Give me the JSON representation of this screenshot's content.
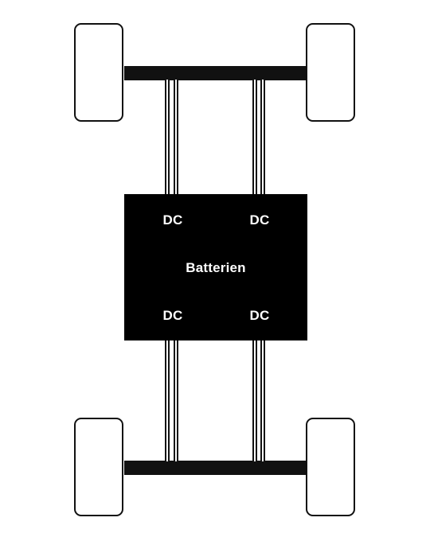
{
  "diagram": {
    "battery_label": "Batterien",
    "converters": [
      {
        "label": "DC"
      },
      {
        "label": "DC"
      },
      {
        "label": "DC"
      },
      {
        "label": "DC"
      }
    ],
    "colors": {
      "background": "#ffffff",
      "stroke": "#111111",
      "battery_fill": "#000000",
      "label_text": "#ffffff"
    }
  }
}
